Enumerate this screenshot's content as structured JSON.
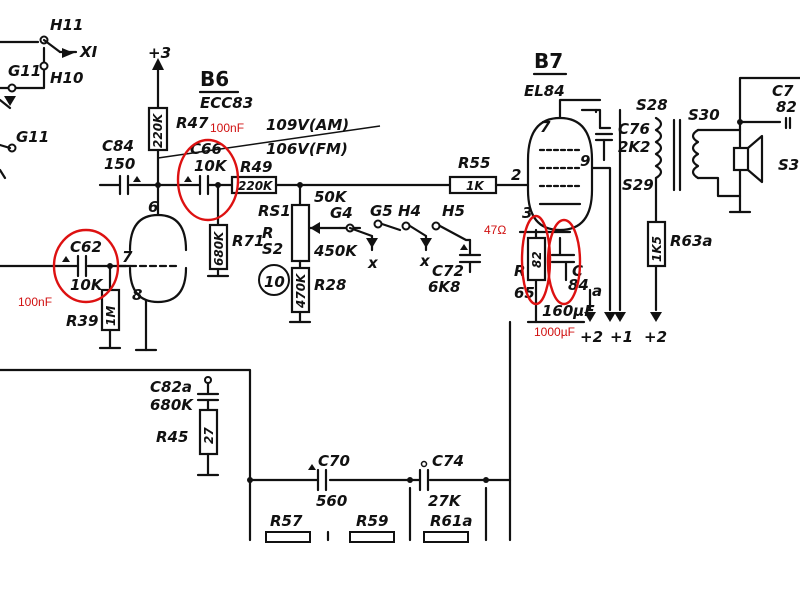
{
  "components": {
    "h11": "H11",
    "h10": "H10",
    "g11a": "G11",
    "g11b": "G11",
    "xi": "XI",
    "plus3": "+3",
    "b6": "B6",
    "ecc83": "ECC83",
    "r47": "R47",
    "r47v": "220K",
    "v_am": "109V(AM)",
    "v_fm": "106V(FM)",
    "c84": "C84",
    "c84v": "150",
    "c66": "C66",
    "c66v": "10K",
    "r49": "R49",
    "r49v": "220K",
    "r55": "R55",
    "r55v": "1K",
    "r71": "R71",
    "r71v": "680K",
    "rs1": "RS1",
    "r_small": "R",
    "s2": "S2",
    "k50": "50K",
    "k450": "450K",
    "g4": "G4",
    "g5": "G5",
    "h4": "H4",
    "h5": "H5",
    "c72": "C72",
    "c72v": "6K8",
    "r28": "R28",
    "r28v": "470K",
    "circle10": "10",
    "c62": "C62",
    "c62v": "10K",
    "r39": "R39",
    "r39v": "1M",
    "pin6": "6",
    "pin7": "7",
    "pin8": "8",
    "b7": "B7",
    "el84": "EL84",
    "pin7b": "7",
    "pin9": "9",
    "pin2": "2",
    "pin3": "3",
    "c76": "C76",
    "c76v": "2K2",
    "s28": "S28",
    "s29": "S29",
    "s30": "S30",
    "s3x": "S3",
    "r63a": "R63a",
    "r63av": "1K5",
    "r82": "82",
    "r_lbl2": "R",
    "r65": "65",
    "c_lbl": "C",
    "c84b": "84",
    "a_lbl": "a",
    "c160": "160µF",
    "p2a": "+2",
    "p1": "+1",
    "p2b": "+2",
    "c7x": "C7",
    "v82": "82",
    "c82a": "C82a",
    "c82av": "680K",
    "r45": "R45",
    "r45v": "27",
    "c70": "C70",
    "c70v": "560",
    "c74": "C74",
    "c74v": "27K",
    "r57": "R57",
    "r59": "R59",
    "r61a": "R61a"
  },
  "annotations": {
    "c66_new": "100nF",
    "c62_new": "100nF",
    "r65_new": "47Ω",
    "c84_new": "1000µF"
  },
  "colors": {
    "ink": "#111111",
    "markup": "#dd1111",
    "background": "#ffffff"
  }
}
